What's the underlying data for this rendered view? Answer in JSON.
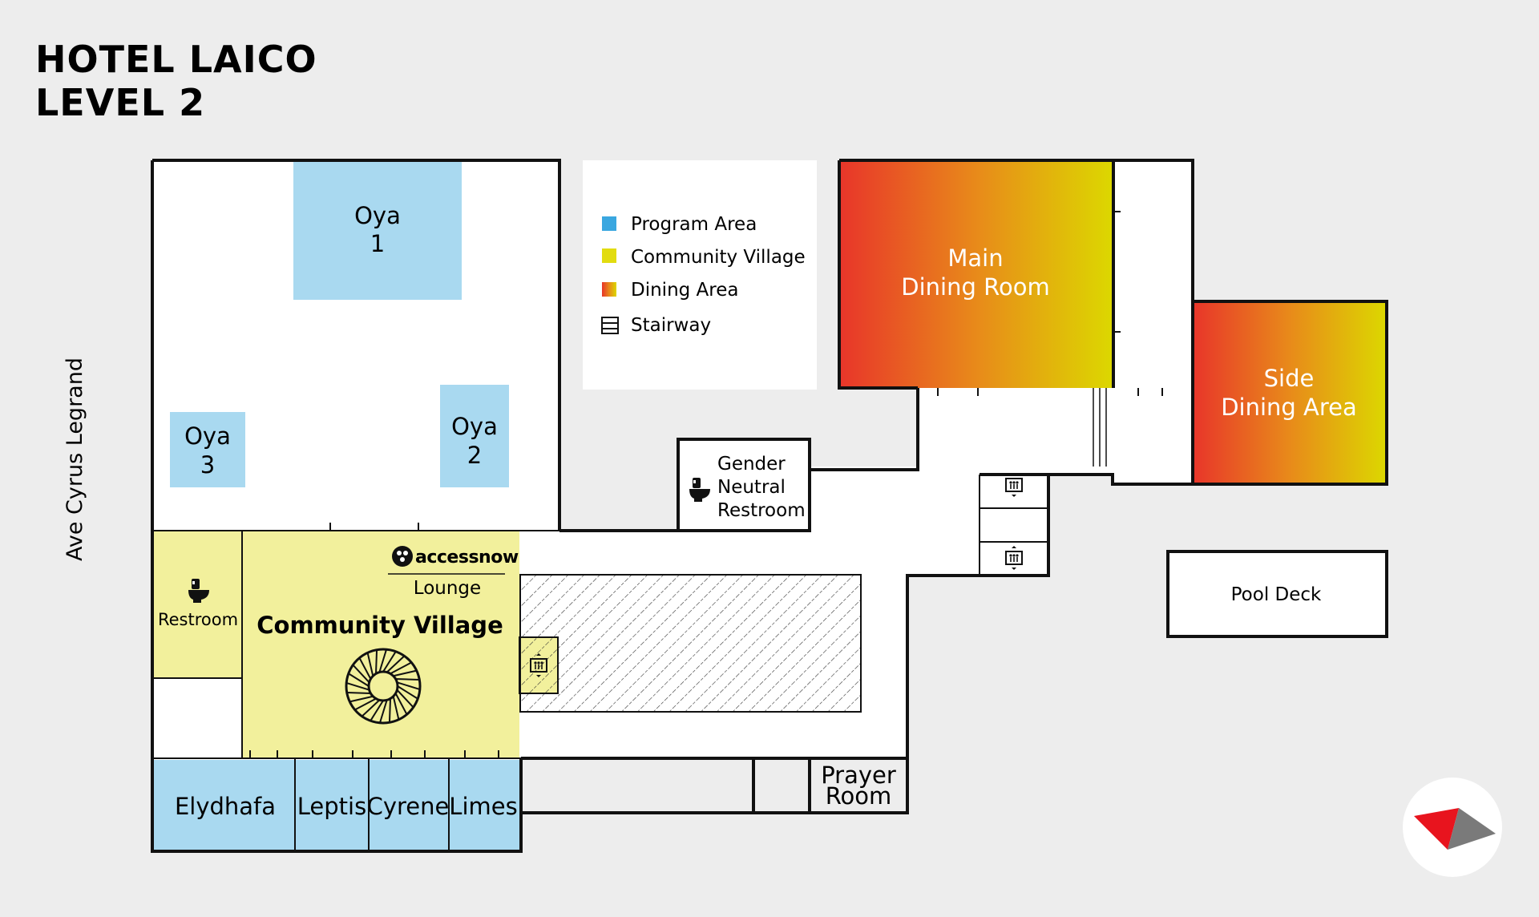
{
  "title": {
    "line1": "HOTEL LAICO",
    "line2": "LEVEL 2"
  },
  "street": "Ave Cyrus Legrand",
  "legend": {
    "program": "Program Area",
    "community": "Community Village",
    "dining": "Dining Area",
    "stairway": "Stairway"
  },
  "rooms": {
    "oya1": {
      "line1": "Oya",
      "line2": "1"
    },
    "oya2": {
      "line1": "Oya",
      "line2": "2"
    },
    "oya3": {
      "line1": "Oya",
      "line2": "3"
    },
    "main_dining": {
      "line1": "Main",
      "line2": "Dining Room"
    },
    "side_dining": {
      "line1": "Side",
      "line2": "Dining Area"
    },
    "gender_restroom": {
      "line1": "Gender",
      "line2": "Neutral",
      "line3": "Restroom"
    },
    "restroom": "Restroom",
    "community_village": "Community Village",
    "lounge": "Lounge",
    "brand": "accessnow",
    "elydhafa": "Elydhafa",
    "leptis": "Leptis",
    "cyrene": "Cyrene",
    "limes": "Limes",
    "prayer_room": {
      "line1": "Prayer",
      "line2": "Room"
    },
    "pool_deck": "Pool Deck"
  },
  "colors": {
    "program": "#a9d9f0",
    "program_swatch": "#3aa7e0",
    "community": "#f2f09c",
    "community_swatch": "#e2dc10",
    "dining_start": "#e8352a",
    "dining_mid": "#e88a1a",
    "dining_end": "#dcd800",
    "background": "#ededed",
    "wall": "#111111",
    "logo_red": "#e8141e",
    "logo_gray": "#7a7a7a"
  },
  "icons": [
    "toilet-icon",
    "elevator-icon",
    "stairway-icon",
    "spiral-staircase-icon",
    "accessnow-logo-icon",
    "brand-logo-icon"
  ]
}
